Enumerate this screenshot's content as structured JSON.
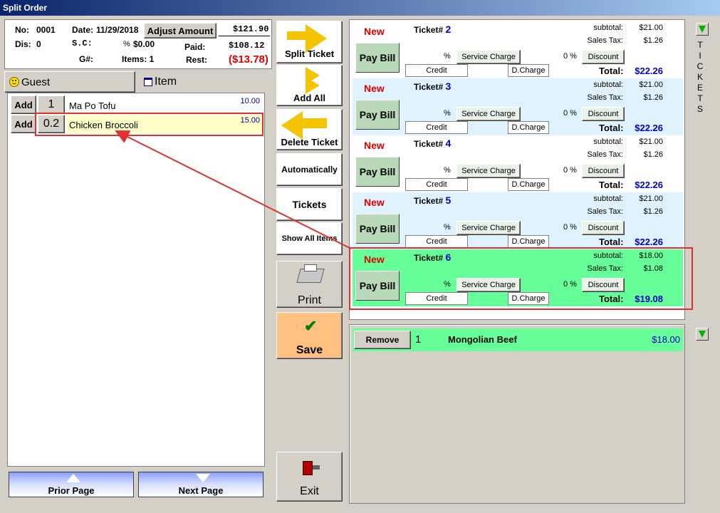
{
  "window": {
    "title": "Split Order"
  },
  "header": {
    "no_label": "No:",
    "no_value": "0001",
    "date_label": "Date:",
    "date_value": "11/29/2018",
    "adjust_btn": "Adjust Amount",
    "amount": "$121.90",
    "dis_label": "Dis:",
    "dis_value": "0",
    "sc_label": "S.C:",
    "sc_pct": "%",
    "sc_amount": "$0.00",
    "paid_label": "Paid:",
    "paid_value": "$108.12",
    "g_label": "G#:",
    "items_label": "Items: 1",
    "rest_label": "Rest:",
    "rest_value": "($13.78)"
  },
  "tabs": {
    "guest": "Guest",
    "item": "Item"
  },
  "items": [
    {
      "add": "Add",
      "qty": "1",
      "name": "Ma Po Tofu",
      "price": "10.00"
    },
    {
      "add": "Add",
      "qty": "0.2",
      "name": "Chicken Broccoli",
      "price": "15.00"
    }
  ],
  "paging": {
    "prior": "Prior Page",
    "next": "Next Page"
  },
  "actions": {
    "split_ticket": "Split Ticket",
    "add_all": "Add All",
    "delete_ticket": "Delete Ticket",
    "automatically": "Automatically",
    "tickets": "Tickets",
    "show_all_items": "Show All Items",
    "print": "Print",
    "save": "Save",
    "exit": "Exit"
  },
  "ticket_labels": {
    "new": "New",
    "ticket": "Ticket#",
    "pay_bill": "Pay Bill",
    "subtotal": "subtotal:",
    "sales_tax": "Sales Tax:",
    "pct": "%",
    "service_charge": "Service Charge",
    "disc_pct": "0 %",
    "discount": "Discount",
    "credit": "Credit",
    "dcharge": "D.Charge",
    "total": "Total:"
  },
  "tickets": [
    {
      "no": "2",
      "subtotal": "$21.00",
      "tax": "$1.26",
      "total": "$22.26",
      "bg": "#ffffff"
    },
    {
      "no": "3",
      "subtotal": "$21.00",
      "tax": "$1.26",
      "total": "$22.26",
      "bg": "#e0f2ff"
    },
    {
      "no": "4",
      "subtotal": "$21.00",
      "tax": "$1.26",
      "total": "$22.26",
      "bg": "#ffffff"
    },
    {
      "no": "5",
      "subtotal": "$21.00",
      "tax": "$1.26",
      "total": "$22.26",
      "bg": "#e0f2ff"
    },
    {
      "no": "6",
      "subtotal": "$18.00",
      "tax": "$1.08",
      "total": "$19.08",
      "bg": "#66ff99"
    }
  ],
  "detail": {
    "remove": "Remove",
    "qty": "1",
    "name": "Mongolian Beef",
    "price": "$18.00"
  },
  "side": {
    "tickets_vertical": "TICKETS"
  }
}
